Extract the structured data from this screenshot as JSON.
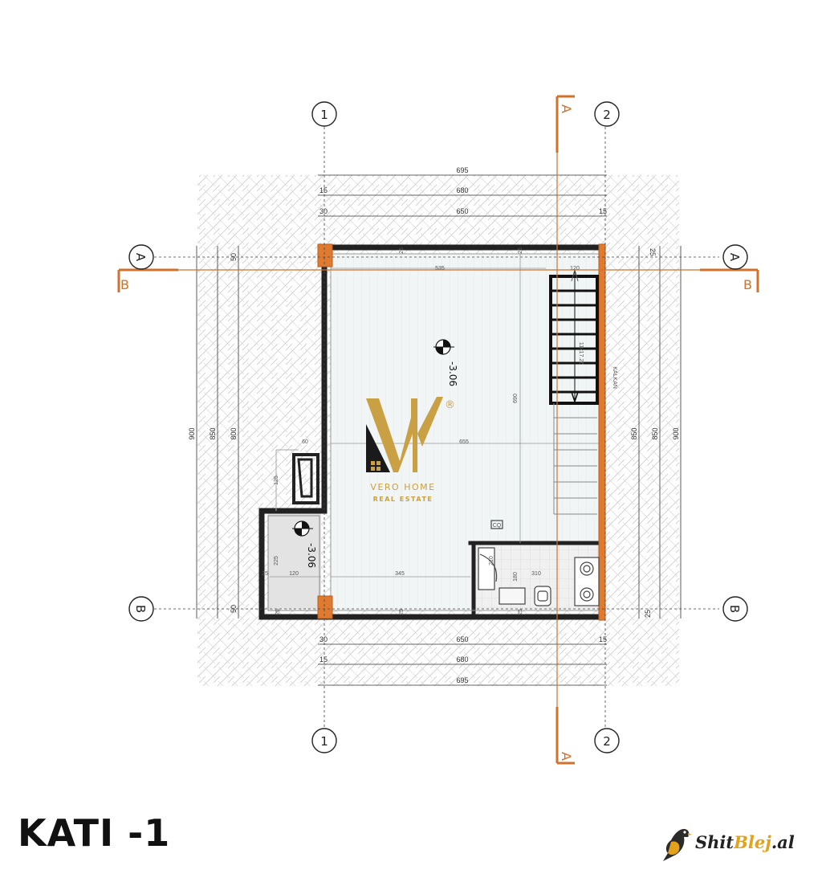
{
  "title": "KATI -1",
  "axes": {
    "grid": [
      "1",
      "2",
      "A",
      "B"
    ],
    "section_left": "A",
    "section_right": "A",
    "section_b_left": "B",
    "section_b_right": "B"
  },
  "dimensions": {
    "top_overall": "695",
    "top_mid": "680",
    "top_inner": "650",
    "top_left_30": "30",
    "top_left_15": "15",
    "top_right_15": "15",
    "bottom_inner": "650",
    "bottom_mid": "680",
    "bottom_overall": "695",
    "bottom_left_30": "30",
    "bottom_left_15": "15",
    "bottom_right_15": "15",
    "left_900": "900",
    "left_850": "850",
    "left_800": "800",
    "left_50_top": "50",
    "left_50_bottom": "50",
    "right_850": "850",
    "right_850b": "850",
    "right_900": "900",
    "right_25_top": "25",
    "right_25_bottom": "25",
    "room_535": "535",
    "room_120": "120",
    "room_655": "655",
    "room_690": "690",
    "room_60": "60",
    "room_125": "125",
    "room_225": "225",
    "room_120b": "120",
    "room_345": "345",
    "room_310": "310",
    "room_180": "180",
    "room_210": "210",
    "stair": "11x17.26",
    "wall_25_a": "25",
    "wall_25_b": "25",
    "wall_25_c": "25",
    "wall_25_d": "25",
    "wall_25_e": "25",
    "wall_25_f": "25"
  },
  "labels": {
    "level_main": "-3.06",
    "level_small": "-3.06",
    "wall_label": "KALKAN",
    "meter": "CQ"
  },
  "logo": {
    "name": "VERO HOME",
    "sub": "REAL ESTATE",
    "reg": "®"
  },
  "brand": {
    "shit": "Shit",
    "blej": "Blej",
    "tld": ".al"
  },
  "colors": {
    "accent": "#d0712c",
    "gold": "#c9a043",
    "wall": "#222222"
  }
}
